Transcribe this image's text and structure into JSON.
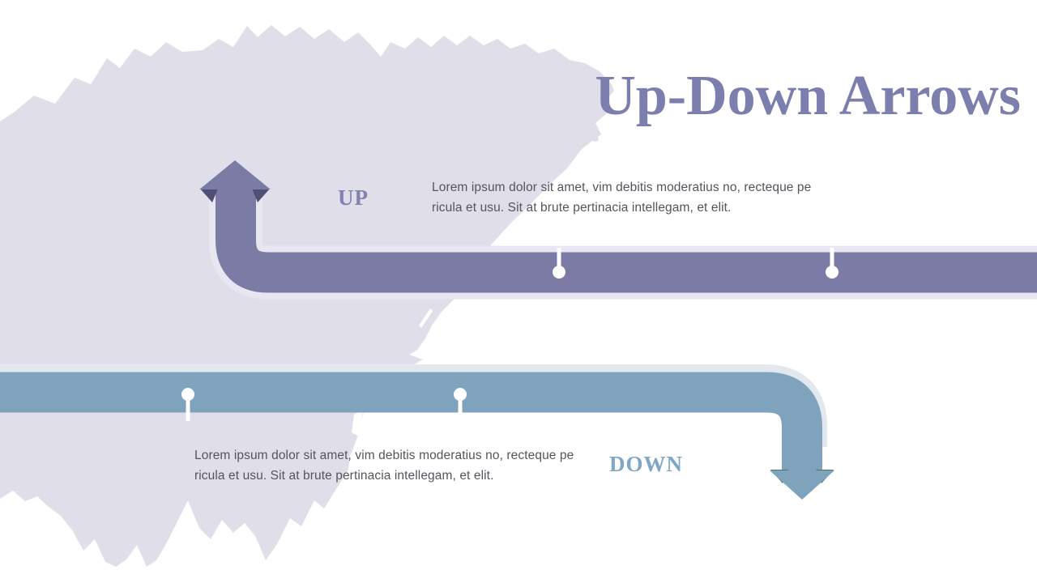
{
  "title": {
    "text": "Up-Down Arrows",
    "color": "#7c7fae"
  },
  "up": {
    "label": "UP",
    "label_color": "#7f83b1",
    "desc_line1": "Lorem ipsum dolor sit amet, vim debitis moderatius no, recteque pe",
    "desc_line2": "ricula et usu. Sit at brute pertinacia intellegam, et elit.",
    "arrow_color": "#7c7ba6",
    "fold_color": "#504f75",
    "highlight_color": "#e8e7f1",
    "marker_color": "#ffffff"
  },
  "down": {
    "label": "DOWN",
    "label_color": "#7ea7c5",
    "desc_line1": "Lorem ipsum dolor sit amet, vim debitis moderatius no, recteque pe",
    "desc_line2": "ricula et usu. Sit at brute pertinacia intellegam, et elit.",
    "arrow_color": "#7fa3bd",
    "fold_color": "#4d7470",
    "highlight_color": "#e3e7ee",
    "marker_color": "#ffffff"
  },
  "background": {
    "blob_color": "#e0dfe9",
    "page_color": "#ffffff"
  },
  "body_text_color": "#54545c"
}
